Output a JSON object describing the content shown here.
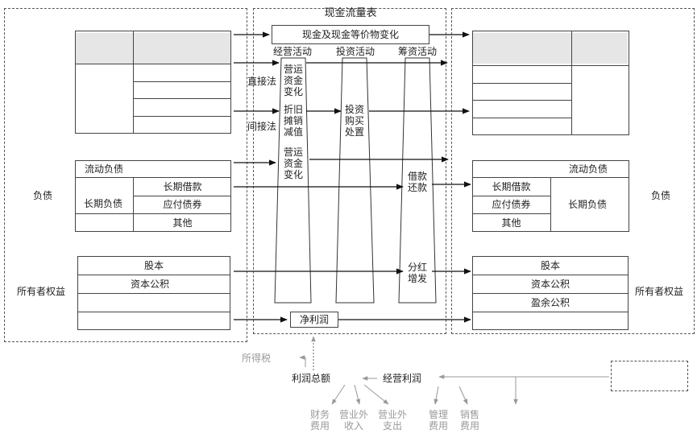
{
  "title": "现金流量表",
  "cash_change": "现金及现金等价物变化",
  "activities": {
    "operating": "经营活动",
    "investing": "投资活动",
    "financing": "筹资活动"
  },
  "methods": {
    "direct": "直接法",
    "indirect": "间接法"
  },
  "operating_items": {
    "wc_change_top": "营运\n资金\n变化",
    "dep_amort": "折旧\n摊销\n减值",
    "wc_change_bottom": "营运\n资金\n变化"
  },
  "investing_items": {
    "invest_buy_sell": "投资\n购买\n处置"
  },
  "financing_items": {
    "borrow_repay": "借款\n还款",
    "dividend_issue": "分红\n增发"
  },
  "net_profit": "净利润",
  "left_side": {
    "liabilities_label": "负债",
    "current_liabilities": "流动负债",
    "long_term_liabilities": "长期负债",
    "long_term_borrowings": "长期借款",
    "bonds_payable": "应付债券",
    "other": "其他",
    "equity_label": "所有者权益",
    "share_capital": "股本",
    "capital_reserve": "资本公积"
  },
  "right_side": {
    "liabilities_label": "负债",
    "current_liabilities": "流动负债",
    "long_term_liabilities": "长期负债",
    "long_term_borrowings": "长期借款",
    "bonds_payable": "应付债券",
    "other": "其他",
    "equity_label": "所有者权益",
    "share_capital": "股本",
    "capital_reserve": "资本公积",
    "surplus_reserve": "盈余公积"
  },
  "bottom": {
    "income_tax": "所得税",
    "total_profit": "利润总额",
    "operating_profit": "经营利润",
    "financial_expense": "财务\n费用",
    "non_op_income": "营业外\n收入",
    "non_op_expense": "营业外\n支出",
    "admin_expense": "管理\n费用",
    "selling_expense": "销售\n费用"
  }
}
